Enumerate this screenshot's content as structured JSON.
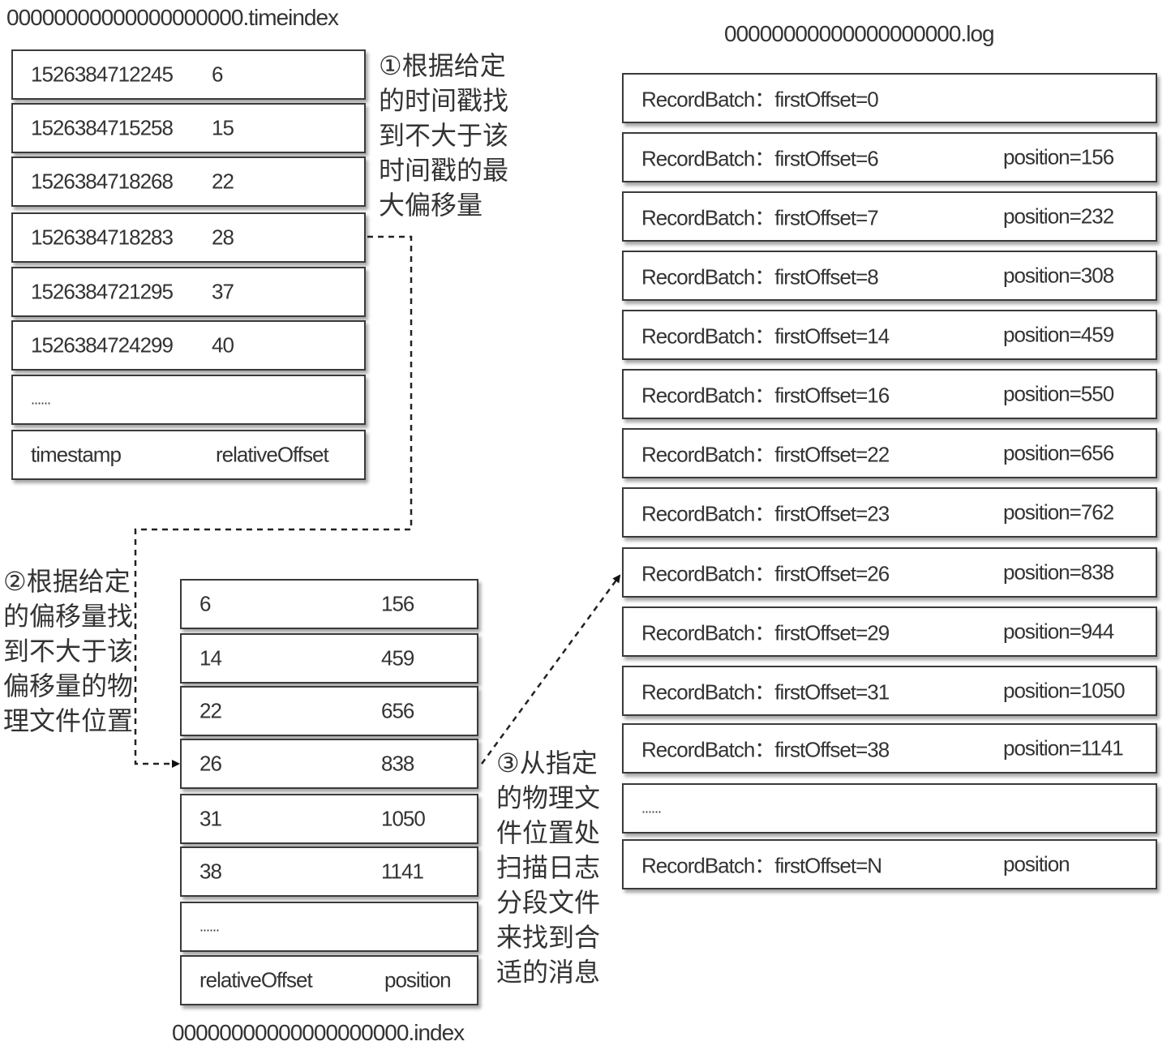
{
  "timeindex": {
    "filename": "00000000000000000000.timeindex",
    "rows": [
      {
        "timestamp": "1526384712245",
        "relativeOffset": "6"
      },
      {
        "timestamp": "1526384715258",
        "relativeOffset": "15"
      },
      {
        "timestamp": "1526384718268",
        "relativeOffset": "22"
      },
      {
        "timestamp": "1526384718283",
        "relativeOffset": "28"
      },
      {
        "timestamp": "1526384721295",
        "relativeOffset": "37"
      },
      {
        "timestamp": "1526384724299",
        "relativeOffset": "40"
      }
    ],
    "ellipsis": "......",
    "header": {
      "timestamp": "timestamp",
      "relativeOffset": "relativeOffset"
    }
  },
  "index": {
    "filename": "00000000000000000000.index",
    "rows": [
      {
        "relativeOffset": "6",
        "position": "156"
      },
      {
        "relativeOffset": "14",
        "position": "459"
      },
      {
        "relativeOffset": "22",
        "position": "656"
      },
      {
        "relativeOffset": "26",
        "position": "838"
      },
      {
        "relativeOffset": "31",
        "position": "1050"
      },
      {
        "relativeOffset": "38",
        "position": "1141"
      }
    ],
    "ellipsis": "......",
    "header": {
      "relativeOffset": "relativeOffset",
      "position": "position"
    }
  },
  "log": {
    "filename": "00000000000000000000.log",
    "rows": [
      {
        "batch": "RecordBatch：firstOffset=0",
        "position": ""
      },
      {
        "batch": "RecordBatch：firstOffset=6",
        "position": "position=156"
      },
      {
        "batch": "RecordBatch：firstOffset=7",
        "position": "position=232"
      },
      {
        "batch": "RecordBatch：firstOffset=8",
        "position": "position=308"
      },
      {
        "batch": "RecordBatch：firstOffset=14",
        "position": "position=459"
      },
      {
        "batch": "RecordBatch：firstOffset=16",
        "position": "position=550"
      },
      {
        "batch": "RecordBatch：firstOffset=22",
        "position": "position=656"
      },
      {
        "batch": "RecordBatch：firstOffset=23",
        "position": "position=762"
      },
      {
        "batch": "RecordBatch：firstOffset=26",
        "position": "position=838"
      },
      {
        "batch": "RecordBatch：firstOffset=29",
        "position": "position=944"
      },
      {
        "batch": "RecordBatch：firstOffset=31",
        "position": "position=1050"
      },
      {
        "batch": "RecordBatch：firstOffset=38",
        "position": "position=1141"
      }
    ],
    "ellipsis": "......",
    "last": {
      "batch": "RecordBatch：firstOffset=N",
      "position": "position"
    }
  },
  "notes": {
    "step1": "①根据给定\n的时间戳找\n到不大于该\n时间戳的最\n大偏移量",
    "step2": "②根据给定\n的偏移量找\n到不大于该\n偏移量的物\n理文件位置",
    "step3": "③从指定\n的物理文\n件位置处\n扫描日志\n分段文件\n来找到合\n适的消息"
  }
}
